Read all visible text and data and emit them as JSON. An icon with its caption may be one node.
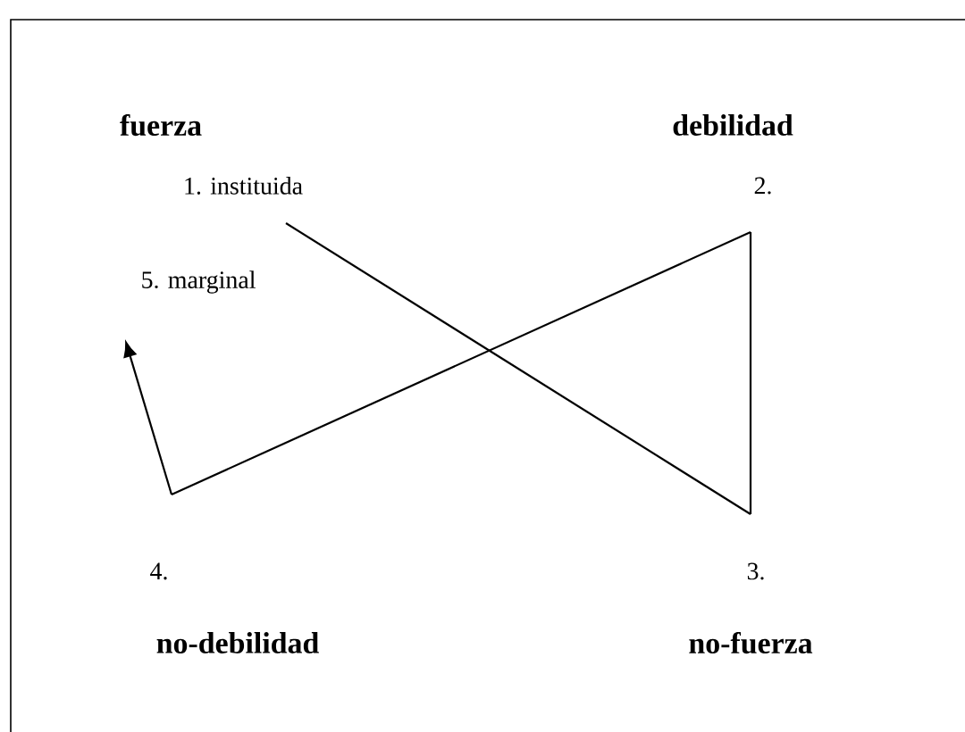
{
  "diagram": {
    "nodes": [
      {
        "text": [
          "1. instituida"
        ]
      },
      {
        "text": [
          "2."
        ]
      },
      {
        "text": [
          "5. marginal"
        ]
      },
      {
        "text": [
          "4."
        ]
      },
      {
        "text": [
          "3."
        ]
      }
    ],
    "edges": [
      {
        "from": 0,
        "to": 4,
        "arrow": "none"
      },
      {
        "from": 4,
        "to": 1,
        "arrow": "none"
      },
      {
        "from": 1,
        "to": 3,
        "arrow": "none"
      },
      {
        "from": 3,
        "to": 2,
        "arrow": "to"
      }
    ],
    "labels": [
      "fuerza",
      "debilidad",
      "no-debilidad",
      "no-fuerza"
    ]
  }
}
